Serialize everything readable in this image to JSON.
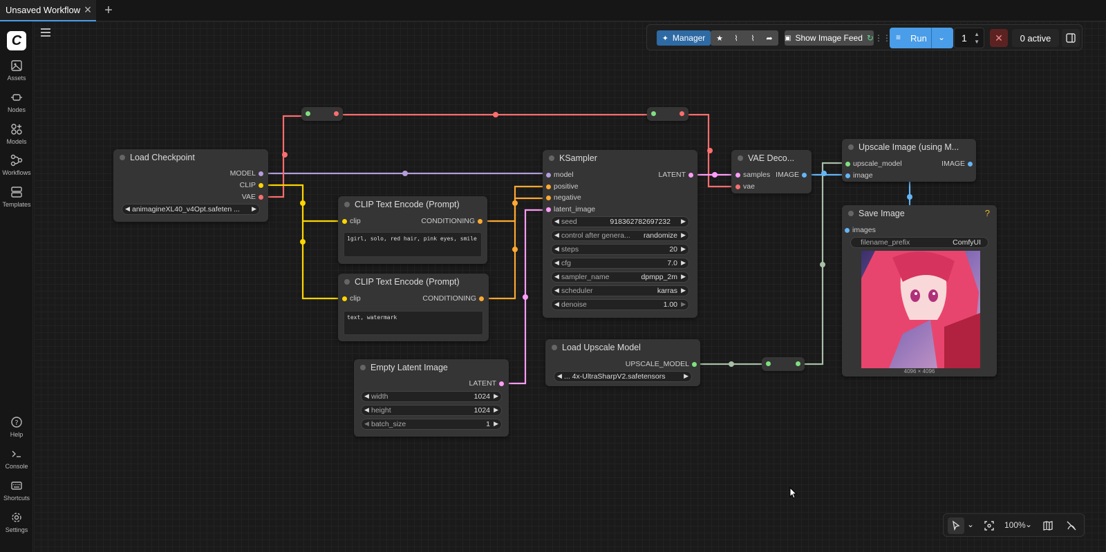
{
  "tabs": [
    {
      "label": "Unsaved Workflow",
      "active": true
    }
  ],
  "sidebar": {
    "top_items": [
      {
        "label": "Assets",
        "icon": "image-icon"
      },
      {
        "label": "Nodes",
        "icon": "node-icon"
      },
      {
        "label": "Models",
        "icon": "models-icon"
      },
      {
        "label": "Workflows",
        "icon": "workflow-icon"
      },
      {
        "label": "Templates",
        "icon": "template-icon"
      }
    ],
    "bottom_items": [
      {
        "label": "Help",
        "icon": "help-icon"
      },
      {
        "label": "Console",
        "icon": "terminal-icon"
      },
      {
        "label": "Shortcuts",
        "icon": "keyboard-icon"
      },
      {
        "label": "Settings",
        "icon": "gear-icon"
      }
    ]
  },
  "toolbar": {
    "manager_label": "Manager",
    "feed_label": "Show Image Feed",
    "run_label": "Run",
    "run_count": "1",
    "active_label": "0 active"
  },
  "nodes": {
    "load_checkpoint": {
      "title": "Load Checkpoint",
      "outputs": [
        "MODEL",
        "CLIP",
        "VAE"
      ],
      "ckpt_name": "animagineXL40_v4Opt.safeten ..."
    },
    "clip_pos": {
      "title": "CLIP Text Encode (Prompt)",
      "input": "clip",
      "output": "CONDITIONING",
      "text": "1girl, solo, red hair, pink eyes, smile"
    },
    "clip_neg": {
      "title": "CLIP Text Encode (Prompt)",
      "input": "clip",
      "output": "CONDITIONING",
      "text": "text, watermark"
    },
    "empty_latent": {
      "title": "Empty Latent Image",
      "output": "LATENT",
      "widgets": [
        {
          "label": "width",
          "value": "1024"
        },
        {
          "label": "height",
          "value": "1024"
        },
        {
          "label": "batch_size",
          "value": "1"
        }
      ]
    },
    "ksampler": {
      "title": "KSampler",
      "inputs": [
        "model",
        "positive",
        "negative",
        "latent_image"
      ],
      "output": "LATENT",
      "widgets": [
        {
          "label": "seed",
          "value": "918362782697232"
        },
        {
          "label": "control after genera...",
          "value": "randomize"
        },
        {
          "label": "steps",
          "value": "20"
        },
        {
          "label": "cfg",
          "value": "7.0"
        },
        {
          "label": "sampler_name",
          "value": "dpmpp_2m"
        },
        {
          "label": "scheduler",
          "value": "karras"
        },
        {
          "label": "denoise",
          "value": "1.00"
        }
      ]
    },
    "vae_decode": {
      "title": "VAE Deco...",
      "inputs": [
        "samples",
        "vae"
      ],
      "output": "IMAGE"
    },
    "upscale_image": {
      "title": "Upscale Image (using M...",
      "inputs": [
        "upscale_model",
        "image"
      ],
      "output": "IMAGE"
    },
    "save_image": {
      "title": "Save Image",
      "input": "images",
      "prefix_label": "filename_prefix",
      "prefix_value": "ComfyUI",
      "dims": "4096 × 4096",
      "help": "?"
    },
    "load_upscale": {
      "title": "Load Upscale Model",
      "output": "UPSCALE_MODEL",
      "model_name": "... 4x-UltraSharpV2.safetensors"
    }
  },
  "bottom": {
    "zoom": "100%"
  },
  "colors": {
    "model": "#b39ddb",
    "clip": "#ffd500",
    "vae": "#ff6e6e",
    "cond": "#ffa931",
    "latent": "#ff9cf9",
    "image": "#64b5f6",
    "upscale": "#a8c0a8"
  }
}
